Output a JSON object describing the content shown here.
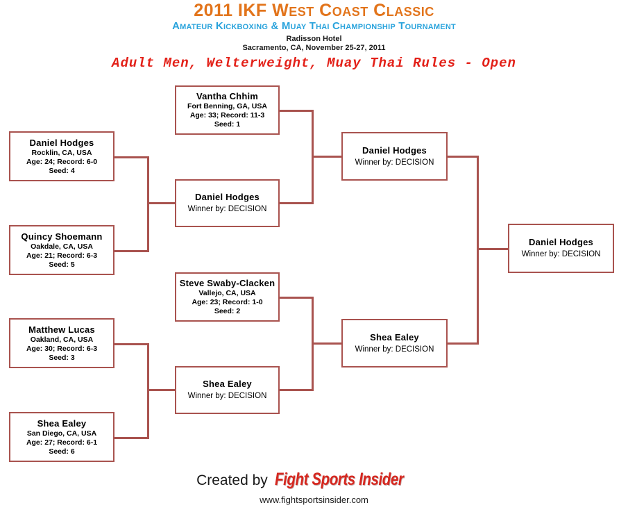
{
  "header": {
    "title_main": "2011 IKF West Coast Classic",
    "title_sub": "Amateur Kickboxing & Muay Thai Championship Tournament",
    "venue": "Radisson Hotel",
    "location_date": "Sacramento, CA, November 25-27, 2011",
    "division": "Adult Men, Welterweight, Muay Thai Rules - Open",
    "colors": {
      "title_main": "#E2741B",
      "title_sub": "#29A3DC",
      "division": "#E32119",
      "bracket_line": "#A9534F"
    }
  },
  "bracket": {
    "round1": [
      {
        "name": "Daniel  Hodges",
        "hometown": "Rocklin, CA, USA",
        "stats": "Age: 24; Record: 6-0",
        "seed": "Seed: 4"
      },
      {
        "name": "Quincy  Shoemann",
        "hometown": "Oakdale, CA, USA",
        "stats": "Age: 21; Record: 6-3",
        "seed": "Seed: 5"
      },
      {
        "name": "Matthew  Lucas",
        "hometown": "Oakland, CA, USA",
        "stats": "Age: 30; Record: 6-3",
        "seed": "Seed: 3"
      },
      {
        "name": "Shea  Ealey",
        "hometown": "San Diego, CA, USA",
        "stats": "Age: 27; Record: 6-1",
        "seed": "Seed: 6"
      }
    ],
    "round2": [
      {
        "name": "Vantha  Chhim",
        "hometown": "Fort Benning, GA, USA",
        "stats": "Age: 33; Record: 11-3",
        "seed": "Seed: 1"
      },
      {
        "name": "Daniel  Hodges",
        "result": "Winner by: DECISION"
      },
      {
        "name": "Steve  Swaby-Clacken",
        "hometown": "Vallejo, CA, USA",
        "stats": "Age: 23; Record: 1-0",
        "seed": "Seed: 2"
      },
      {
        "name": "Shea  Ealey",
        "result": "Winner by: DECISION"
      }
    ],
    "semifinals": [
      {
        "name": "Daniel  Hodges",
        "result": "Winner by: DECISION"
      },
      {
        "name": "Shea  Ealey",
        "result": "Winner by: DECISION"
      }
    ],
    "final": {
      "name": "Daniel  Hodges",
      "result": "Winner by: DECISION"
    }
  },
  "footer": {
    "credit": "Created by",
    "brand": "Fight Sports Insider",
    "website": "www.fightsportsinsider.com"
  }
}
